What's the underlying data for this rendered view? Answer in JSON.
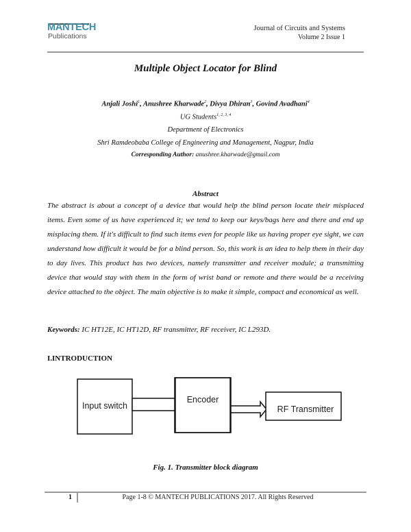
{
  "header": {
    "logo_top": "MANTECH",
    "logo_bottom": "Publications",
    "journal_name": "Journal of Circuits and Systems",
    "volume_issue": "Volume 2 Issue 1",
    "brand_color": "#3d8fa8"
  },
  "paper": {
    "title": "Multiple Object Locator for Blind",
    "authors": [
      {
        "name": "Anjali Joshi",
        "sup": "1"
      },
      {
        "name": "Anushree Kharwade",
        "sup": "2"
      },
      {
        "name": "Divya Dhiran",
        "sup": "3"
      },
      {
        "name": "Govind Avadhani",
        "sup": "4"
      }
    ],
    "affiliation_role": "UG Students",
    "affiliation_role_sup": "1, 2, 3, 4",
    "department": "Department of Electronics",
    "college": "Shri Ramdeobaba College of Engineering and Management, Nagpur, India",
    "corresponding_label": "Corresponding Author:",
    "corresponding_email": "anushree.kharwade@gmail.com",
    "abstract_heading": "Abstract",
    "abstract_text": "The abstract is about a concept of a device that would help the blind person locate their misplaced items. Even some of us have experienced it; we tend to keep our keys/bags here and there and end up misplacing them. If it's difficult to find such items even for people like us having proper eye sight, we can understand how difficult it would be for a blind person. So, this work is an idea to help them in their day to day lives. This product has two devices, namely transmitter and receiver module; a transmitting device that would stay with them in the form of wrist band or remote and there would be a receiving device attached to the object. The main objective is to make it simple, compact and economical as well.",
    "keywords_label": "Keywords:",
    "keywords_text": "IC HT12E, IC HT12D, RF transmitter, RF receiver, IC L293D.",
    "section_heading": "I.INTRODUCTION"
  },
  "diagram": {
    "blocks": [
      "Input switch",
      "Encoder",
      "RF Transmitter"
    ],
    "caption": "Fig. 1.  Transmitter block diagram"
  },
  "footer": {
    "page_number": "1",
    "text": "Page 1-8 © MANTECH PUBLICATIONS 2017. All Rights Reserved"
  }
}
